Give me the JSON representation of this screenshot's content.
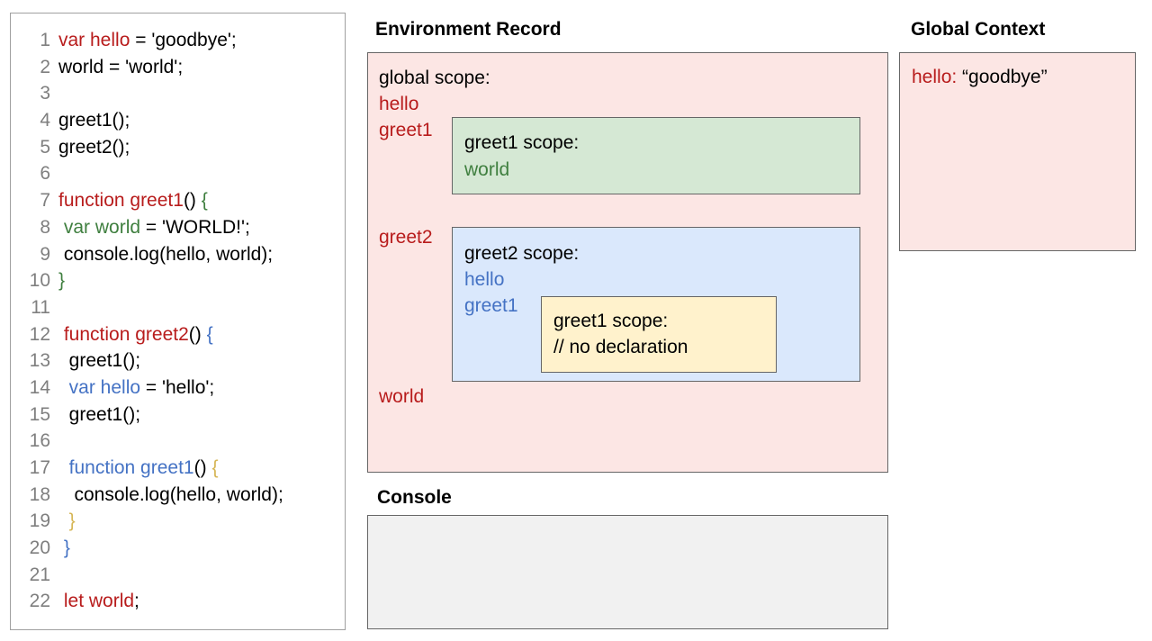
{
  "code_panel": {
    "name": "javascript-source",
    "lines": [
      {
        "n": "1",
        "tokens": [
          {
            "t": "var hello",
            "c": "red"
          },
          {
            "t": " = 'goodbye';",
            "c": "black"
          }
        ]
      },
      {
        "n": "2",
        "tokens": [
          {
            "t": "world = 'world';",
            "c": "black"
          }
        ]
      },
      {
        "n": "3",
        "tokens": [
          {
            "t": "",
            "c": "black"
          }
        ]
      },
      {
        "n": "4",
        "tokens": [
          {
            "t": "greet1();",
            "c": "black"
          }
        ]
      },
      {
        "n": "5",
        "tokens": [
          {
            "t": "greet2();",
            "c": "black"
          }
        ]
      },
      {
        "n": "6",
        "tokens": [
          {
            "t": "",
            "c": "black"
          }
        ]
      },
      {
        "n": "7",
        "tokens": [
          {
            "t": "function greet1",
            "c": "red"
          },
          {
            "t": "() ",
            "c": "black"
          },
          {
            "t": "{",
            "c": "green"
          }
        ]
      },
      {
        "n": "8",
        "tokens": [
          {
            "t": " ",
            "c": "black"
          },
          {
            "t": "var world",
            "c": "green"
          },
          {
            "t": " = 'WORLD!';",
            "c": "black"
          }
        ]
      },
      {
        "n": "9",
        "tokens": [
          {
            "t": " console.log(hello, world);",
            "c": "black"
          }
        ]
      },
      {
        "n": "10",
        "tokens": [
          {
            "t": "}",
            "c": "green"
          }
        ]
      },
      {
        "n": "11",
        "tokens": [
          {
            "t": "",
            "c": "black"
          }
        ]
      },
      {
        "n": "12",
        "tokens": [
          {
            "t": " ",
            "c": "black"
          },
          {
            "t": "function greet2",
            "c": "red"
          },
          {
            "t": "() ",
            "c": "black"
          },
          {
            "t": "{",
            "c": "blue"
          }
        ]
      },
      {
        "n": "13",
        "tokens": [
          {
            "t": "  greet1();",
            "c": "black"
          }
        ]
      },
      {
        "n": "14",
        "tokens": [
          {
            "t": "  ",
            "c": "black"
          },
          {
            "t": "var hello",
            "c": "blue"
          },
          {
            "t": " = 'hello';",
            "c": "black"
          }
        ]
      },
      {
        "n": "15",
        "tokens": [
          {
            "t": "  greet1();",
            "c": "black"
          }
        ]
      },
      {
        "n": "16",
        "tokens": [
          {
            "t": "",
            "c": "black"
          }
        ]
      },
      {
        "n": "17",
        "tokens": [
          {
            "t": "  ",
            "c": "black"
          },
          {
            "t": "function greet1",
            "c": "blue"
          },
          {
            "t": "() ",
            "c": "black"
          },
          {
            "t": "{",
            "c": "yellow"
          }
        ]
      },
      {
        "n": "18",
        "tokens": [
          {
            "t": "   console.log(hello, world);",
            "c": "black"
          }
        ]
      },
      {
        "n": "19",
        "tokens": [
          {
            "t": "  ",
            "c": "black"
          },
          {
            "t": "}",
            "c": "yellow"
          }
        ]
      },
      {
        "n": "20",
        "tokens": [
          {
            "t": " ",
            "c": "black"
          },
          {
            "t": "}",
            "c": "blue"
          }
        ]
      },
      {
        "n": "21",
        "tokens": [
          {
            "t": "",
            "c": "black"
          }
        ]
      },
      {
        "n": "22",
        "tokens": [
          {
            "t": " ",
            "c": "black"
          },
          {
            "t": "let world",
            "c": "red"
          },
          {
            "t": ";",
            "c": "black"
          }
        ]
      }
    ]
  },
  "titles": {
    "environment_record": "Environment Record",
    "global_context": "Global Context",
    "console": "Console"
  },
  "environment_record": {
    "global_scope_label": "global scope:",
    "bindings": [
      "hello",
      "greet1",
      "greet2",
      "world"
    ],
    "greet1_scope": {
      "title": "greet1 scope:",
      "bindings": [
        "world"
      ]
    },
    "greet2_scope": {
      "title": "greet2 scope:",
      "bindings": [
        "hello",
        "greet1"
      ],
      "greet1_inner_scope": {
        "title": "greet1 scope:",
        "note": "// no declaration"
      }
    }
  },
  "global_context": {
    "entry_key": "hello:",
    "entry_value": "“goodbye”"
  },
  "console": {
    "output": ""
  },
  "colors": {
    "red": "#b81c1c",
    "green": "#3f7f3f",
    "blue": "#4472c4",
    "yellow": "#d6b656",
    "black": "#000000",
    "pink_fill": "#fce6e4",
    "green_fill": "#d5e8d4",
    "blue_fill": "#dae8fc",
    "yellow_fill": "#fff2cc",
    "console_fill": "#f1f1f1",
    "border": "#666666",
    "line_number": "#7f7f7f"
  }
}
